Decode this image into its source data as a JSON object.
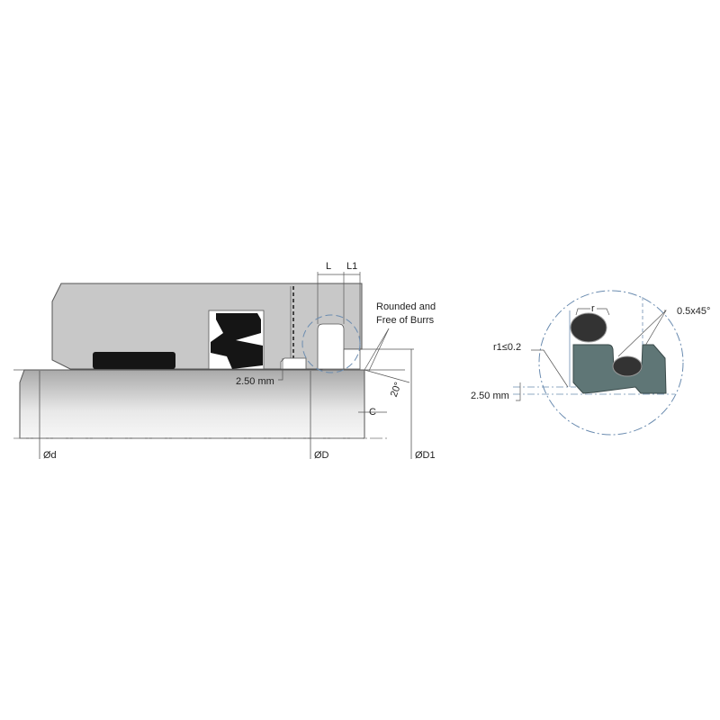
{
  "main_view": {
    "labels": {
      "L": "L",
      "L1": "L1",
      "rounded_line1": "Rounded and",
      "rounded_line2": "Free of Burrs",
      "step": "2.50 mm",
      "chamfer_length": "C",
      "angle": "20°",
      "shaft_diameter": "Ød",
      "bore_diameter": "ØD",
      "entry_diameter": "ØD1"
    }
  },
  "detail_view": {
    "labels": {
      "radius": "r",
      "chamfer": "0.5x45°",
      "radius1": "r1≤0.2",
      "step": "2.50 mm"
    }
  },
  "colors": {
    "housing": "#c8c8c8",
    "seal": "#1a1a1a",
    "detail_seal": "#5f7676",
    "detail_circle": "#6b8cb0"
  }
}
